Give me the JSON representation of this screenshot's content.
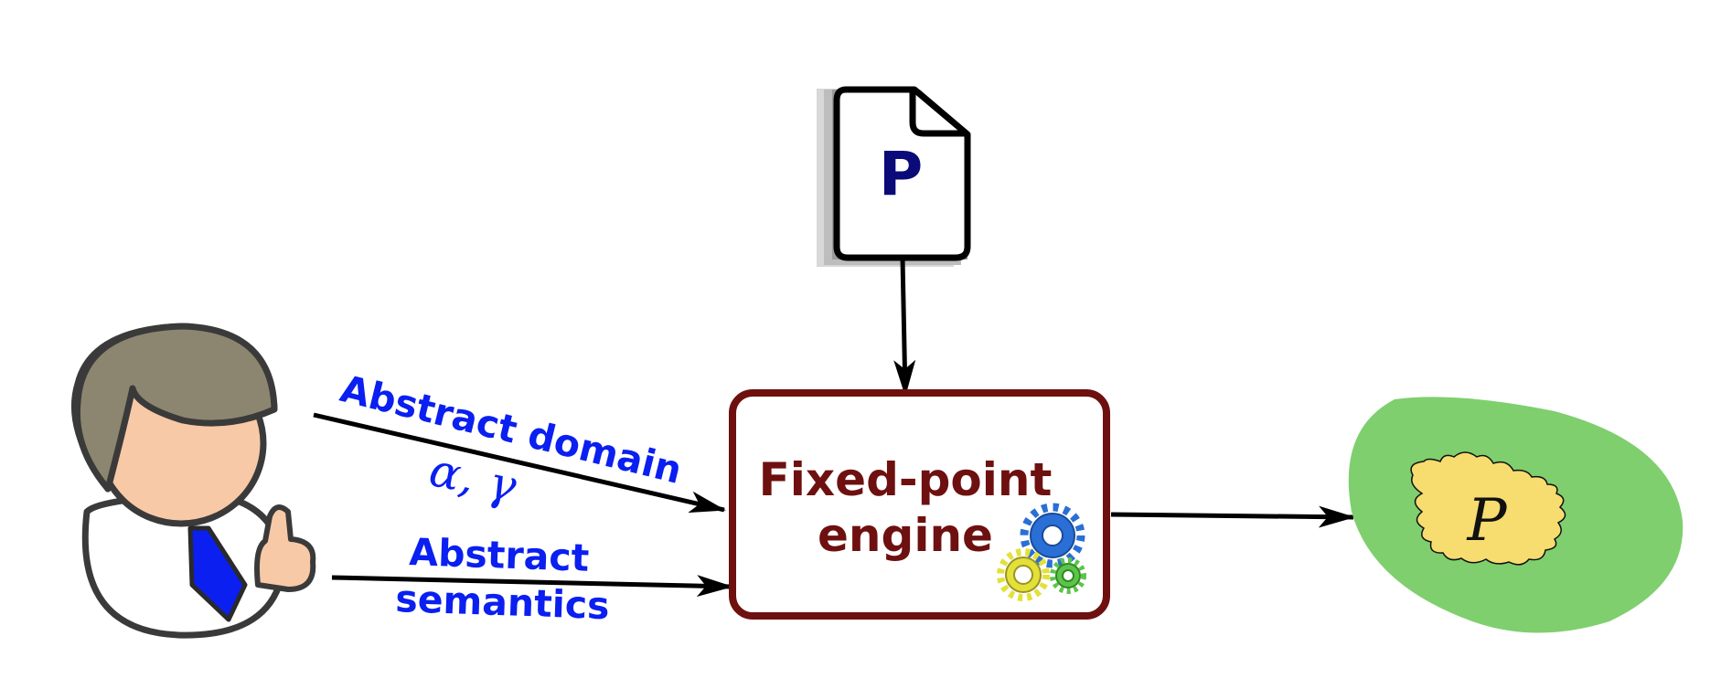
{
  "labels": {
    "domain_line": "Abstract domain",
    "greek": "α, γ",
    "semantics_line1": "Abstract",
    "semantics_line2": "semantics",
    "engine_line1": "Fixed-point",
    "engine_line2": "engine",
    "program_letter": "P",
    "result_letter": "P"
  },
  "colors": {
    "label_blue": "#0a1ff0",
    "engine_border": "#6e1010",
    "result_outer": "#7fcf6e",
    "result_inner": "#f7dc6f",
    "gear_blue": "#2a6fd6",
    "gear_yellow": "#e3e03a",
    "gear_green": "#5cc44a"
  },
  "icons": [
    "user-icon",
    "document-icon",
    "gears-icon"
  ]
}
